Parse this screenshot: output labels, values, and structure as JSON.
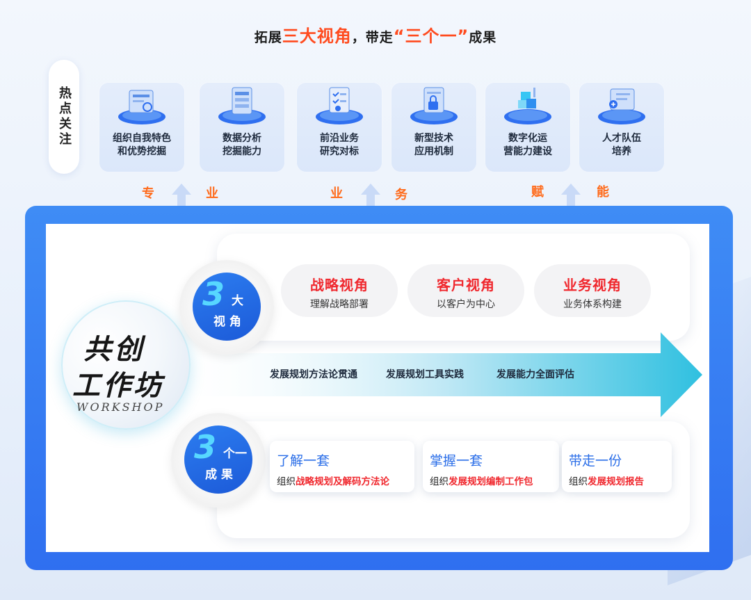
{
  "title": {
    "pre": "拓展",
    "hl1": "三大视角",
    "mid": "，带走",
    "hl2": "“三个一”",
    "post": "成果"
  },
  "hot_focus": "热点关注",
  "cards": [
    {
      "label": "组织自我特色\n和优势挖掘",
      "icon": "report-search-icon"
    },
    {
      "label": "数据分析\n挖掘能力",
      "icon": "server-data-icon"
    },
    {
      "label": "前沿业务\n研究对标",
      "icon": "checklist-person-icon"
    },
    {
      "label": "新型技术\n应用机制",
      "icon": "document-lock-icon"
    },
    {
      "label": "数字化运\n营能力建设",
      "icon": "digital-cubes-icon"
    },
    {
      "label": "人才队伍\n培养",
      "icon": "person-card-icon"
    }
  ],
  "sections": {
    "s1a": "专",
    "s1b": "业",
    "s2a": "业",
    "s2b": "务",
    "s3a": "赋",
    "s3b": "能"
  },
  "workshop": {
    "line1": "共创",
    "line2": "工作坊",
    "en": "WORKSHOP"
  },
  "three_views": {
    "num": "3",
    "a": "大",
    "b": "视 角",
    "items": [
      {
        "title": "战略视角",
        "sub": "理解战略部署"
      },
      {
        "title": "客户视角",
        "sub": "以客户为中心"
      },
      {
        "title": "业务视角",
        "sub": "业务体系构建"
      }
    ]
  },
  "arrow_texts": [
    "发展规划方法论贯通",
    "发展规划工具实践",
    "发展能力全面评估"
  ],
  "three_results": {
    "num": "3",
    "a": "个一",
    "b": "成 果",
    "items": [
      {
        "title": "了解一套",
        "pre": "组织",
        "hl": "战略规划及解码方法论"
      },
      {
        "title": "掌握一套",
        "pre": "组织",
        "hl": "发展规划编制工作包"
      },
      {
        "title": "带走一份",
        "pre": "组织",
        "hl": "发展规划报告"
      }
    ]
  },
  "colors": {
    "accent_orange": "#ff4b1f",
    "frame_blue": "#2f6ff0",
    "view_red": "#f0282e",
    "result_blue": "#2c6fe8"
  }
}
